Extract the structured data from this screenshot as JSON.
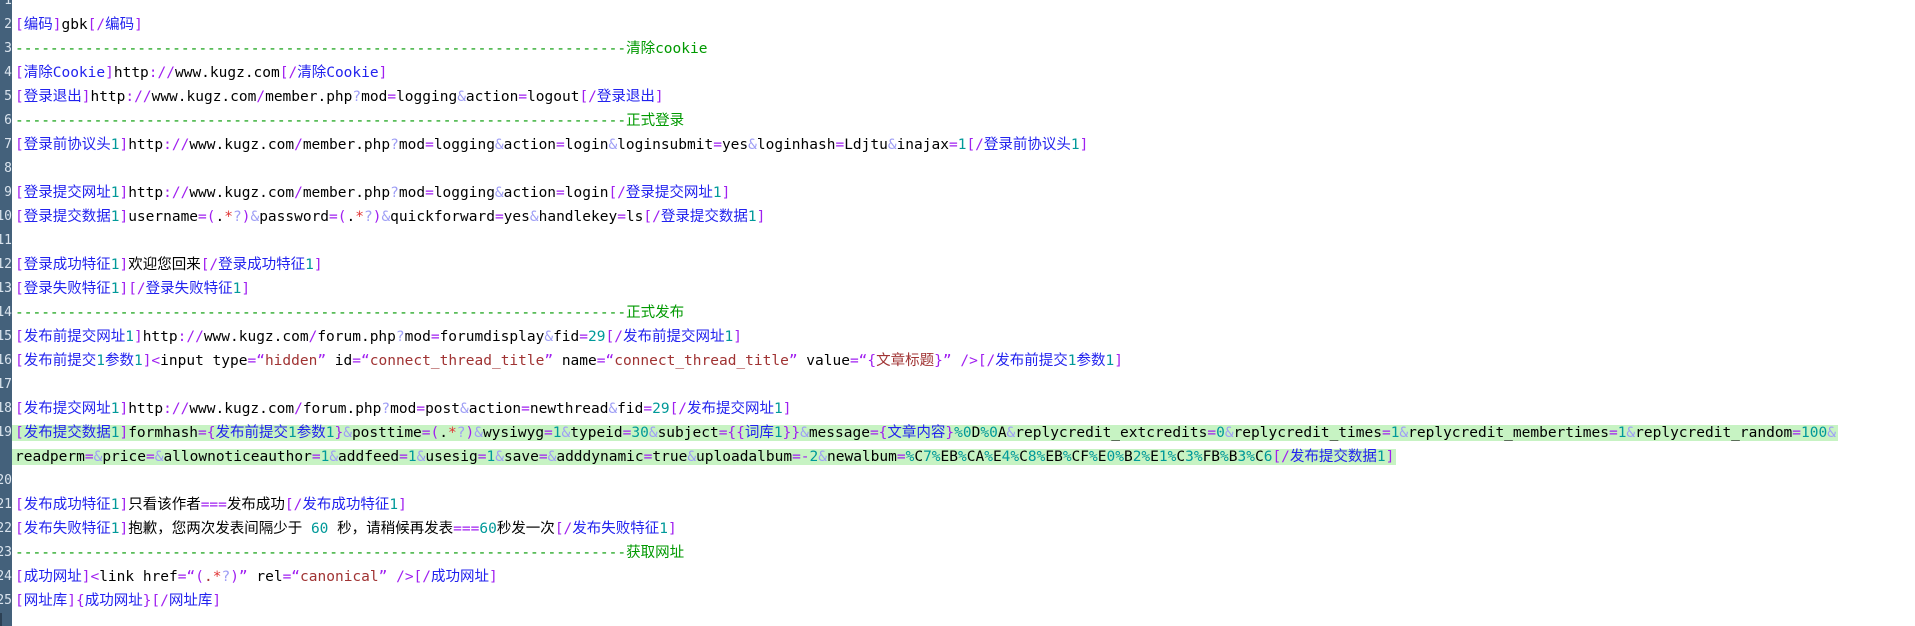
{
  "app": {
    "type": "code-editor",
    "background": "#FFFFFF"
  },
  "gutter": {
    "background": "#44617B",
    "left_border": "#2C4054",
    "number_color": "#D9E3ED"
  },
  "colors": {
    "tag": "#2222EE",
    "bracket": "#A020F0",
    "amp": "#9E9EF5",
    "star": "#E03333",
    "number": "#009999",
    "string": "#A03333",
    "green": "#009900",
    "text": "#000000",
    "highlight_bg": "#C7F3C3"
  },
  "editor": {
    "rows": [
      {
        "num": "1",
        "highlight": false,
        "text": ""
      },
      {
        "num": "2",
        "highlight": false,
        "text": "[编码]gbk[/编码]"
      },
      {
        "num": "3",
        "highlight": false,
        "text": "----------------------------------------------------------------------清除cookie"
      },
      {
        "num": "4",
        "highlight": false,
        "text": "[清除Cookie]http://www.kugz.com[/清除Cookie]"
      },
      {
        "num": "5",
        "highlight": false,
        "text": "[登录退出]http://www.kugz.com/member.php?mod=logging&action=logout[/登录退出]"
      },
      {
        "num": "6",
        "highlight": false,
        "text": "----------------------------------------------------------------------正式登录"
      },
      {
        "num": "7",
        "highlight": false,
        "text": "[登录前协议头1]http://www.kugz.com/member.php?mod=logging&action=login&loginsubmit=yes&loginhash=Ldjtu&inajax=1[/登录前协议头1]"
      },
      {
        "num": "8",
        "highlight": false,
        "text": ""
      },
      {
        "num": "9",
        "highlight": false,
        "text": "[登录提交网址1]http://www.kugz.com/member.php?mod=logging&action=login[/登录提交网址1]"
      },
      {
        "num": "10",
        "highlight": false,
        "text": "[登录提交数据1]username=(.*?)&password=(.*?)&quickforward=yes&handlekey=ls[/登录提交数据1]"
      },
      {
        "num": "11",
        "highlight": false,
        "text": ""
      },
      {
        "num": "12",
        "highlight": false,
        "text": "[登录成功特征1]欢迎您回来[/登录成功特征1]"
      },
      {
        "num": "13",
        "highlight": false,
        "text": "[登录失败特征1][/登录失败特征1]"
      },
      {
        "num": "14",
        "highlight": false,
        "text": "----------------------------------------------------------------------正式发布"
      },
      {
        "num": "15",
        "highlight": false,
        "text": "[发布前提交网址1]http://www.kugz.com/forum.php?mod=forumdisplay&fid=29[/发布前提交网址1]"
      },
      {
        "num": "16",
        "highlight": false,
        "text": "[发布前提交1参数1]<input type=“hidden” id=“connect_thread_title” name=“connect_thread_title” value=“{文章标题}” />[/发布前提交1参数1]"
      },
      {
        "num": "17",
        "highlight": false,
        "text": ""
      },
      {
        "num": "18",
        "highlight": false,
        "text": "[发布提交网址1]http://www.kugz.com/forum.php?mod=post&action=newthread&fid=29[/发布提交网址1]"
      },
      {
        "num": "19",
        "highlight": true,
        "text": "[发布提交数据1]formhash={发布前提交1参数1}&posttime=(.*?)&wysiwyg=1&typeid=30&subject={{词库1}}&message={文章内容}%0D%0A&replycredit_extcredits=0&replycredit_times=1&replycredit_membertimes=1&replycredit_random=100&"
      },
      {
        "num": "",
        "highlight": true,
        "text": "readperm=&price=&allownoticeauthor=1&addfeed=1&usesig=1&save=&adddynamic=true&uploadalbum=-2&newalbum=%C7%EB%CA%E4%C8%EB%CF%E0%B2%E1%C3%FB%B3%C6[/发布提交数据1]"
      },
      {
        "num": "20",
        "highlight": false,
        "text": ""
      },
      {
        "num": "21",
        "highlight": false,
        "text": "[发布成功特征1]只看该作者===发布成功[/发布成功特征1]"
      },
      {
        "num": "22",
        "highlight": false,
        "text": "[发布失败特征1]抱歉，您两次发表间隔少于 60 秒，请稍候再发表===60秒发一次[/发布失败特征1]"
      },
      {
        "num": "23",
        "highlight": false,
        "text": "----------------------------------------------------------------------获取网址"
      },
      {
        "num": "24",
        "highlight": false,
        "text": "[成功网址]<link href=“(.*?)” rel=“canonical” />[/成功网址]"
      },
      {
        "num": "25",
        "highlight": false,
        "text": "[网址库]{成功网址}[/网址库]"
      }
    ]
  }
}
